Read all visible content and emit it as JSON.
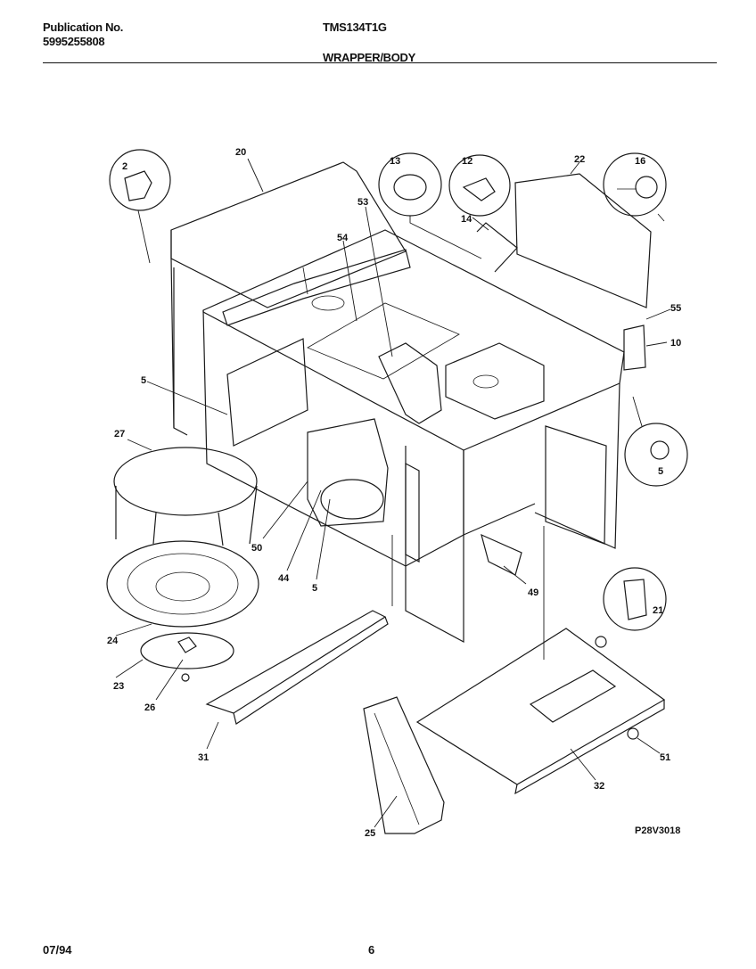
{
  "header": {
    "publication_label": "Publication No.",
    "publication_number": "5995255808",
    "model": "TMS134T1G",
    "section": "WRAPPER/BODY"
  },
  "figure": {
    "code": "P28V3018",
    "callouts": [
      "2",
      "20",
      "13",
      "12",
      "22",
      "16",
      "53",
      "14",
      "54",
      "55",
      "10",
      "5",
      "27",
      "5",
      "50",
      "44",
      "5",
      "49",
      "21",
      "24",
      "23",
      "26",
      "31",
      "25",
      "32",
      "51"
    ]
  },
  "footer": {
    "date": "07/94",
    "page": "6"
  }
}
